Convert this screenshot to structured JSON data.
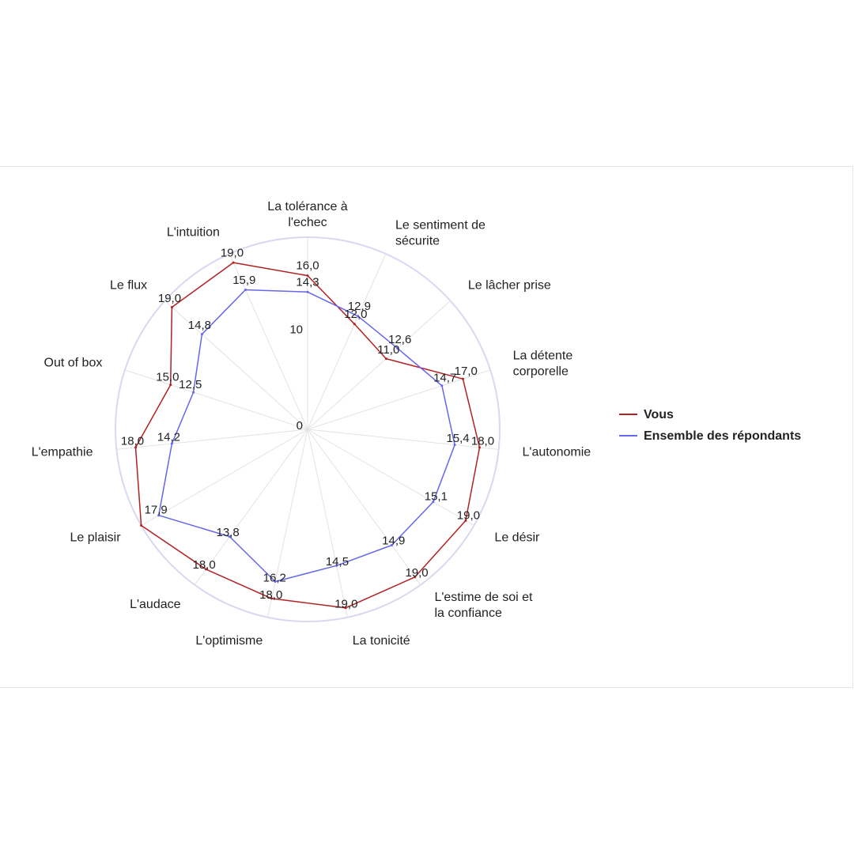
{
  "chart_data": {
    "type": "radar",
    "axes": [
      "La tolérance à l'echec",
      "Le sentiment de sécurite",
      "Le lâcher prise",
      "La détente corporelle",
      "L'autonomie",
      "Le désir",
      "L'estime de soi et la confiance",
      "La tonicité",
      "L'optimisme",
      "L'audace",
      "Le plaisir",
      "L'empathie",
      "Out of box",
      "Le flux",
      "L'intuition"
    ],
    "axis_label_lines": [
      [
        "La tolérance à",
        "l'echec"
      ],
      [
        "Le sentiment de",
        "sécurite"
      ],
      [
        "Le lâcher prise"
      ],
      [
        "La détente",
        "corporelle"
      ],
      [
        "L'autonomie"
      ],
      [
        "Le désir"
      ],
      [
        "L'estime de soi et",
        "la confiance"
      ],
      [
        "La tonicité"
      ],
      [
        "L'optimisme"
      ],
      [
        "L'audace"
      ],
      [
        "Le plaisir"
      ],
      [
        "L'empathie"
      ],
      [
        "Out of box"
      ],
      [
        "Le flux"
      ],
      [
        "L'intuition"
      ]
    ],
    "series": [
      {
        "name": "Vous",
        "color": "#b22222",
        "values": [
          16.0,
          12.0,
          11.0,
          17.0,
          18.0,
          19.0,
          19.0,
          19.0,
          18.0,
          18.0,
          20.0,
          18.0,
          15.0,
          19.0,
          19.0
        ],
        "value_labels": [
          "16,0",
          "12,0",
          "11,0",
          "17,0",
          "18,0",
          "19,0",
          "19,0",
          "19,0",
          "18,0",
          "18,0",
          "",
          "18,0",
          "15,0",
          "19,0",
          "19,0"
        ]
      },
      {
        "name": "Ensemble des répondants",
        "color": "#6666ee",
        "values": [
          14.3,
          12.9,
          12.6,
          14.7,
          15.4,
          15.1,
          14.9,
          14.5,
          16.2,
          13.8,
          17.9,
          14.2,
          12.5,
          14.8,
          15.9
        ],
        "value_labels": [
          "14,3",
          "12,9",
          "12,6",
          "14,7",
          "15,4",
          "15,1",
          "14,9",
          "14,5",
          "16,2",
          "13,8",
          "17,9",
          "14,2",
          "12,5",
          "14,8",
          "15,9"
        ]
      }
    ],
    "radial_ticks": [
      "0",
      "10"
    ],
    "rmax": 20,
    "grid": true,
    "legend_position": "right"
  }
}
